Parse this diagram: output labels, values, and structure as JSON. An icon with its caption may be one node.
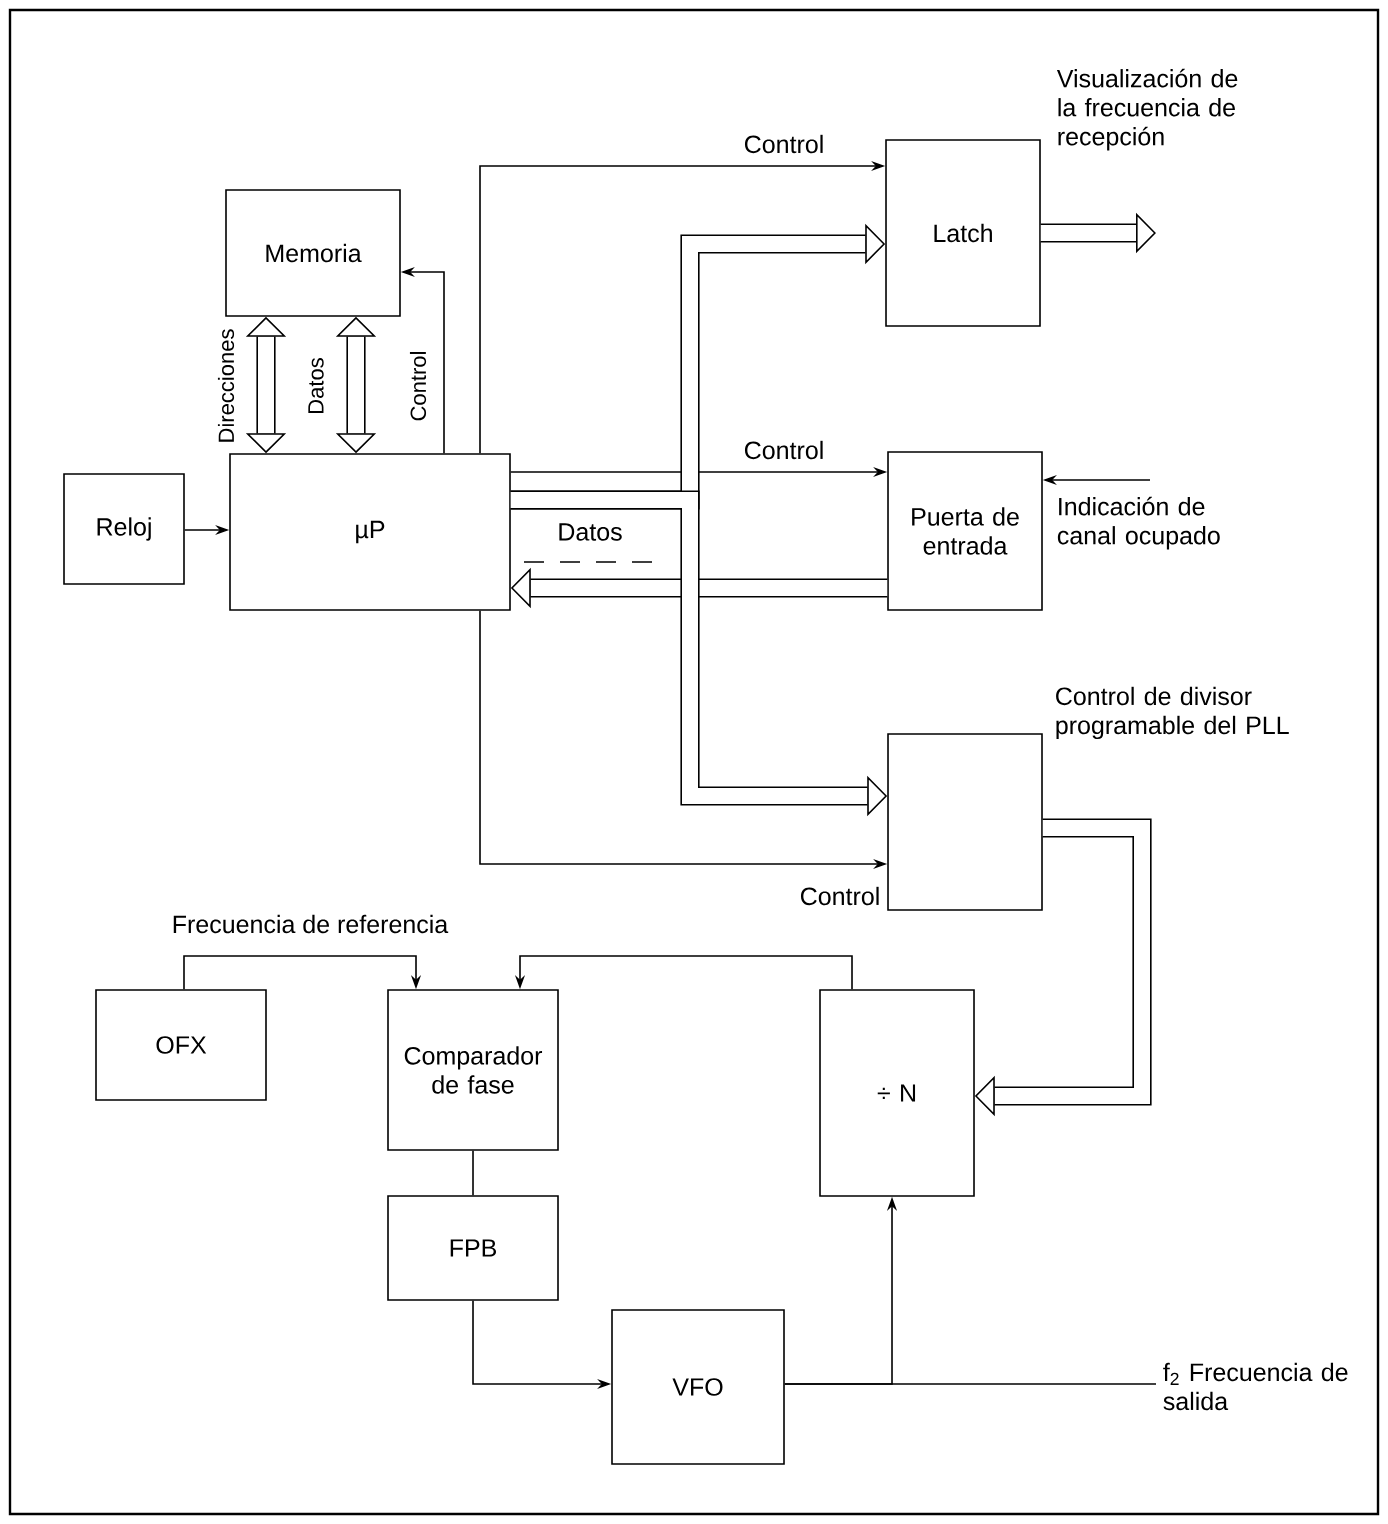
{
  "diagram": {
    "nodes": [
      {
        "text": [
          "Memoria"
        ]
      },
      {
        "text": [
          "Reloj"
        ]
      },
      {
        "text": [
          "µP"
        ]
      },
      {
        "text": [
          "Latch"
        ]
      },
      {
        "text": [
          "Puerta de entrada"
        ]
      },
      {
        "text": [],
        "shape": "box",
        "beside": [
          "Control de divisor programable del PLL"
        ]
      },
      {
        "text": [
          "OFX"
        ]
      },
      {
        "text": [
          "Comparador de fase"
        ]
      },
      {
        "text": [
          "÷ N"
        ]
      },
      {
        "text": [
          "FPB"
        ]
      },
      {
        "text": [
          "VFO"
        ]
      }
    ],
    "edges": [
      {
        "from": 1,
        "to": 2,
        "arrow": "to"
      },
      {
        "from": 2,
        "to": 0,
        "arrow": "both",
        "style": "thick",
        "label": "Direcciones"
      },
      {
        "from": 2,
        "to": 0,
        "arrow": "both",
        "style": "thick",
        "label": "Datos"
      },
      {
        "from": 2,
        "to": 0,
        "arrow": "to",
        "label": "Control"
      },
      {
        "from": 2,
        "to": 3,
        "arrow": "to",
        "label": "Control"
      },
      {
        "from": 2,
        "to": 3,
        "arrow": "to",
        "style": "thick",
        "label": "Datos"
      },
      {
        "from": 2,
        "to": 4,
        "arrow": "to",
        "label": "Control"
      },
      {
        "from": 4,
        "to": 2,
        "arrow": "to",
        "style": "thick"
      },
      {
        "from": 2,
        "to": 5,
        "arrow": "to",
        "label": "Control"
      },
      {
        "from": 2,
        "to": 5,
        "arrow": "to",
        "style": "thick"
      },
      {
        "from": 3,
        "to": null,
        "arrow": "to",
        "style": "thick",
        "label": "Visualización de la frecuencia de recepción"
      },
      {
        "from": null,
        "to": 4,
        "arrow": "to",
        "label": "Indicación de canal ocupado"
      },
      {
        "from": 5,
        "to": 8,
        "arrow": "to",
        "style": "thick"
      },
      {
        "from": 6,
        "to": 7,
        "arrow": "to",
        "label": "Frecuencia de referencia"
      },
      {
        "from": 8,
        "to": 7,
        "arrow": "to"
      },
      {
        "from": 7,
        "to": 9,
        "arrow": "none"
      },
      {
        "from": 9,
        "to": 10,
        "arrow": "to"
      },
      {
        "from": 10,
        "to": null,
        "arrow": "none",
        "label": "f$_{2}$ Frecuencia de salida"
      },
      {
        "from": 10,
        "to": 8,
        "arrow": "to"
      }
    ]
  }
}
